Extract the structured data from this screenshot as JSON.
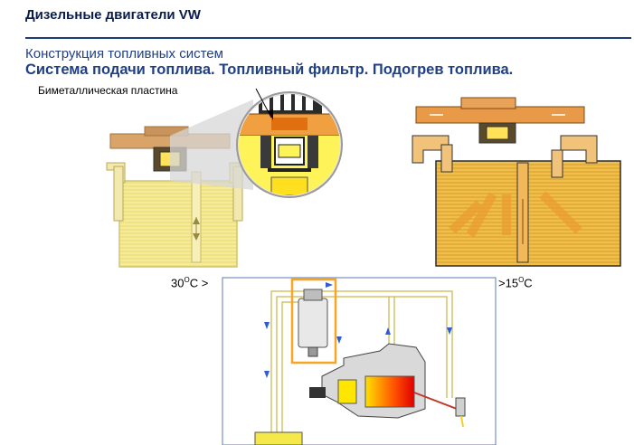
{
  "header": {
    "title": "Дизельные двигатели VW"
  },
  "subtitle": "Конструкция топливных систем",
  "main_title": "Система подачи топлива. Топливный фильтр. Подогрев топлива.",
  "callout_label": "Биметаллическая пластина",
  "temp_left": {
    "value": "30",
    "sup": "O",
    "unit": "C >"
  },
  "temp_right": {
    "prefix": ">",
    "value": "15",
    "sup": "O",
    "unit": "C"
  },
  "colors": {
    "pale_fuel": "#f5ec9a",
    "warm_fuel": "#f0b43a",
    "orange_part": "#e8922c",
    "blue_rule": "#1d3c78",
    "blue_text": "#1f3f86",
    "highlight_box": "#f5a623"
  }
}
